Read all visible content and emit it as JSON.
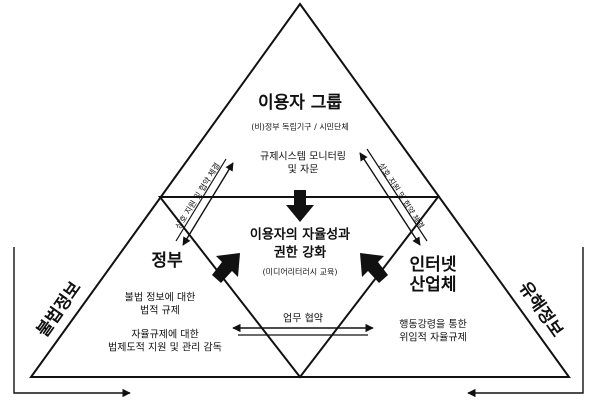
{
  "user_group": {
    "title": "이용자 그룹",
    "subtitle": "(비)정부 독립기구 / 시민단체"
  },
  "monitoring": [
    "규제시스템 모니터링",
    "및 자문"
  ],
  "center": {
    "line1": "이용자의 자율성과",
    "line2": "권한 강화",
    "note": "(미디어리터러시 교육)"
  },
  "government": {
    "title": "정부",
    "task1": [
      "불법 정보에 대한",
      "법적 규제"
    ],
    "task2": [
      "자율규제에 대한",
      "법제도적 지원 및 관리 감독"
    ]
  },
  "industry": {
    "title": [
      "인터넷",
      "산업체"
    ],
    "task": [
      "행동강령을 통한",
      "위임적 자율규제"
    ]
  },
  "left_edge_label": "상호 지원 및 협약 체결",
  "right_edge_label": "상호 지원 및 협약 체결",
  "bottom_edge_label": "업무 협약",
  "left_side": "불법정보",
  "right_side": "유해정보"
}
